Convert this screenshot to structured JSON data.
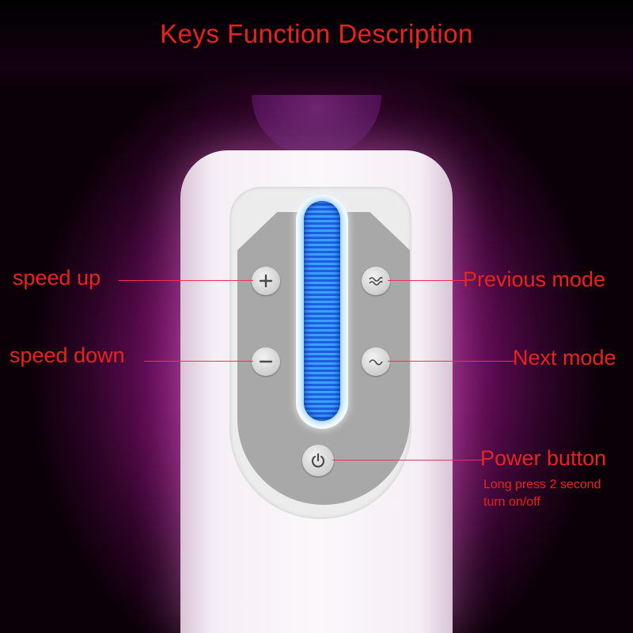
{
  "title": "Keys Function Description",
  "keys": {
    "speed_up": "speed up",
    "speed_down": "speed down",
    "previous_mode": "Previous mode",
    "next_mode": "Next mode",
    "power": "Power button",
    "power_note_line1": "Long press 2 second",
    "power_note_line2": "turn on/off"
  },
  "colors": {
    "label_red": "#e8231f",
    "led_blue": "#3aa0ff",
    "background_purple": "#9a1f86"
  },
  "icons": {
    "plus": "plus-icon",
    "minus": "minus-icon",
    "previous": "double-wave-icon",
    "next": "single-wave-icon",
    "power": "power-icon"
  }
}
